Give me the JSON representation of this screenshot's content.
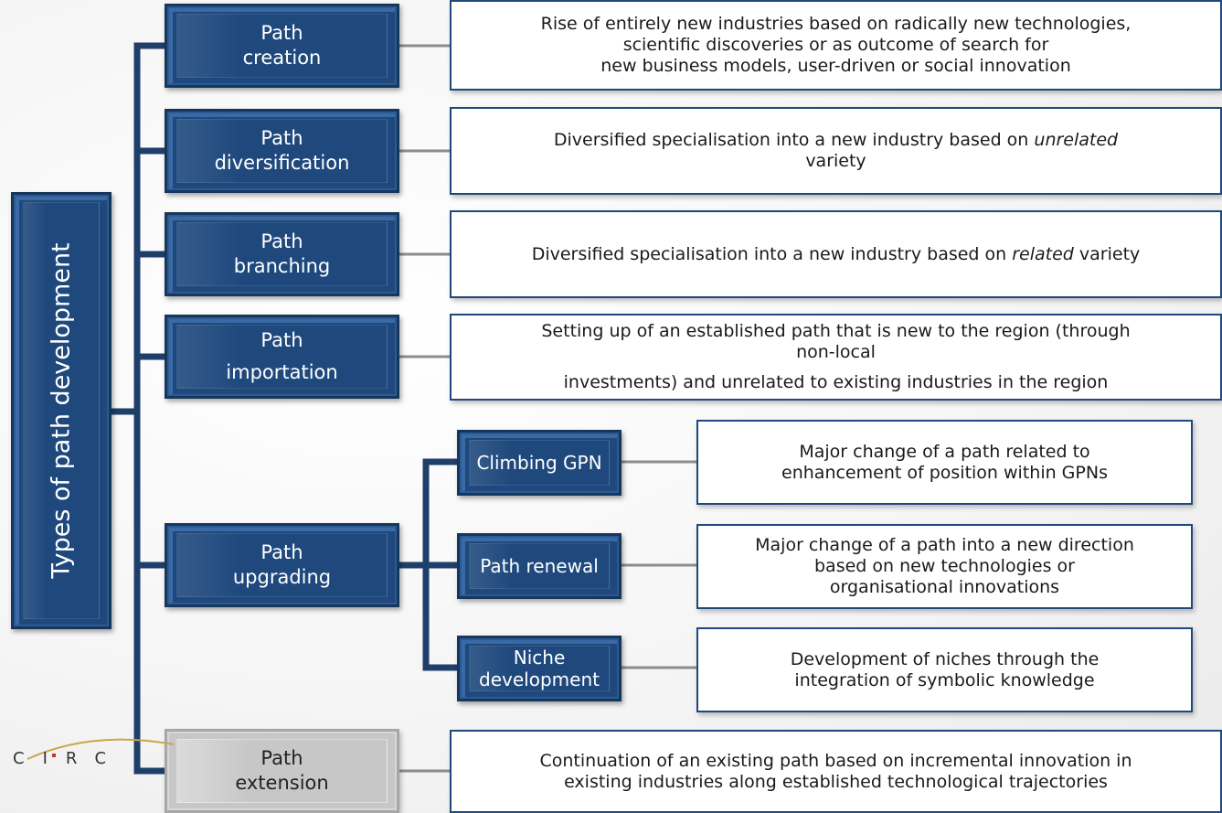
{
  "root": {
    "label": "Types of path development"
  },
  "paths": {
    "creation": {
      "line1": "Path",
      "line2": "creation",
      "desc": [
        "Rise of entirely new industries based on radically new technologies,",
        "scientific discoveries or as outcome of search for",
        "new business models, user-driven or social innovation"
      ]
    },
    "diversification": {
      "line1": "Path",
      "line2": "diversification",
      "desc_pre": "Diversified specialisation into a new industry based on ",
      "desc_em": "unrelated",
      "desc_post": "variety"
    },
    "branching": {
      "line1": "Path",
      "line2": "branching",
      "desc_pre": "Diversified specialisation into a new industry based on ",
      "desc_em": "related",
      "desc_post": " variety"
    },
    "importation": {
      "line1": "Path",
      "line2": "importation",
      "desc": [
        "Setting up of an established path that is new to the region (through",
        "non-local",
        "investments) and unrelated to existing industries in the region"
      ]
    },
    "upgrading": {
      "line1": "Path",
      "line2": "upgrading",
      "children": {
        "climbing": {
          "label": "Climbing GPN",
          "desc": [
            "Major change of a path related to",
            "enhancement of position within GPNs"
          ]
        },
        "renewal": {
          "label": "Path renewal",
          "desc": [
            "Major change of a path into a new direction",
            "based on new technologies or",
            "organisational innovations"
          ]
        },
        "niche": {
          "line1": "Niche",
          "line2": "development",
          "desc": [
            "Development of niches through the",
            "integration of symbolic knowledge"
          ]
        }
      }
    },
    "extension": {
      "line1": "Path",
      "line2": "extension",
      "desc": [
        "Continuation of an existing path based on incremental innovation in",
        "existing industries along established technological trajectories"
      ]
    }
  },
  "logo": {
    "text": "CIRC"
  },
  "colors": {
    "box_fill": "#1f497d",
    "box_border": "#16365c",
    "connector": "#1f3f6a",
    "extension_fill": "#c7c7c7",
    "desc_border": "#1f497d"
  }
}
